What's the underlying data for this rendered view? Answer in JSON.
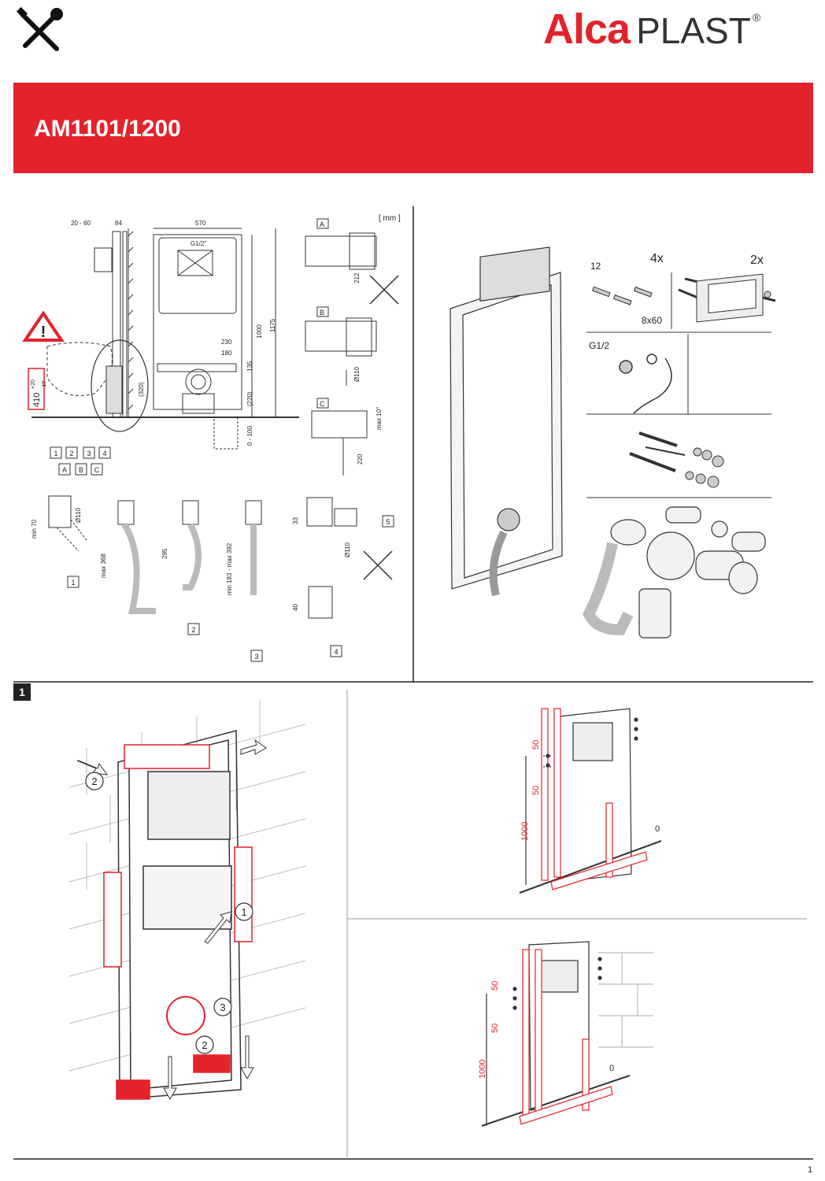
{
  "header": {
    "brand_alca": "Alca",
    "brand_plast": "PLAST",
    "brand_reg": "®",
    "brand_color": "#e3222b"
  },
  "banner": {
    "title": "AM1101/1200"
  },
  "tech": {
    "unit": "[ mm ]",
    "dims_top": [
      "20 - 60",
      "84",
      "570"
    ],
    "g12": "G1/2\"",
    "dims_side": [
      "1000",
      "1175"
    ],
    "dims_mid": [
      "230",
      "180",
      "135",
      "(220)",
      "0 - 100",
      "(320)"
    ],
    "height_range": "410",
    "height_tol_plus": "+20",
    "height_tol_minus": "-10",
    "dims_variants": [
      "212",
      "Ø110",
      "max 10°",
      "220"
    ],
    "variant_labels": [
      "A",
      "B",
      "C"
    ],
    "option_numbers": [
      "1",
      "2",
      "3",
      "4"
    ],
    "option_letters": [
      "A",
      "B",
      "C"
    ],
    "pipe_dims": [
      "min 70",
      "Ø110",
      "max 368",
      "295",
      "min 183 - max 392",
      "33",
      "40",
      "Ø110",
      "5"
    ],
    "pipe_labels": [
      "1",
      "2",
      "3",
      "4"
    ]
  },
  "kit": {
    "counts": [
      "4x",
      "2x"
    ],
    "screws_label": "12",
    "anchors_label": "8x60",
    "hose_label": "G1/2"
  },
  "step1": {
    "badge": "1",
    "markers": [
      "2",
      "1",
      "3",
      "2"
    ],
    "dims": [
      "50",
      "50",
      "1000",
      "0"
    ]
  },
  "footer": {
    "page": "1"
  }
}
